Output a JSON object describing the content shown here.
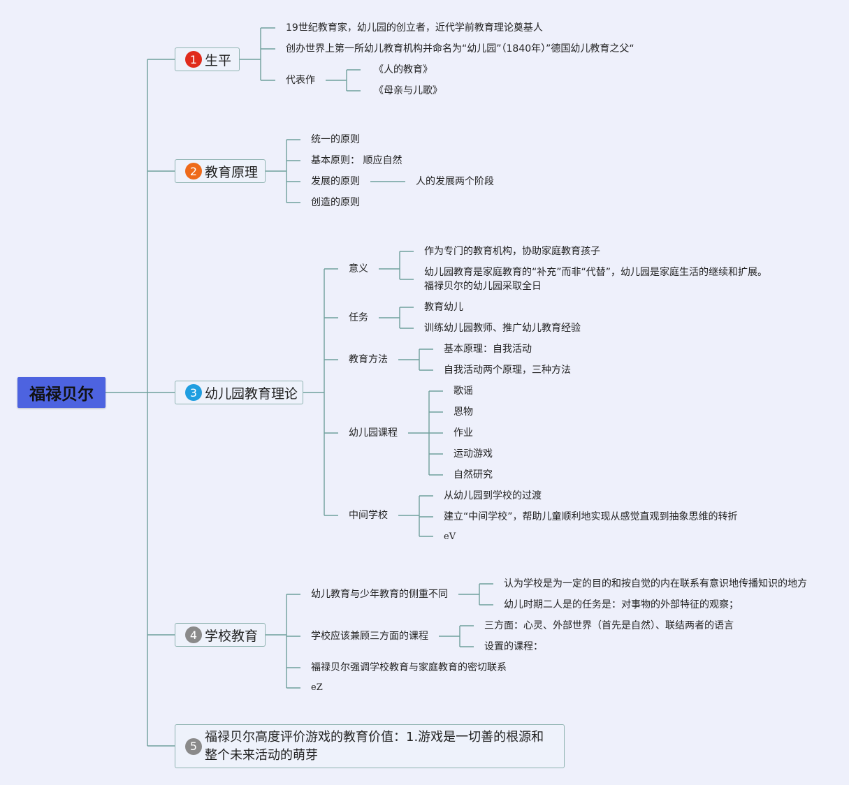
{
  "root": "福禄贝尔",
  "colors": {
    "line": "#6f9f9c",
    "root_bg": "#4d63e0",
    "badge_1": "#e02b1c",
    "badge_2": "#ee6a1a",
    "badge_3": "#1f9ee0",
    "badge_4": "#8a8a8a",
    "badge_5": "#8a8a8a"
  },
  "branches": [
    {
      "badge": "1",
      "label": "生平",
      "children": [
        "19世纪教育家，幼儿园的创立者，近代学前教育理论奠基人",
        "创办世界上第一所幼儿教育机构并命名为“幼儿园”（1840年）”德国幼儿教育之父“",
        {
          "label": "代表作",
          "children": [
            "《人的教育》",
            "《母亲与儿歌》"
          ]
        }
      ]
    },
    {
      "badge": "2",
      "label": "教育原理",
      "children": [
        "统一的原则",
        "基本原则： 顺应自然",
        {
          "label": "发展的原则",
          "children": [
            "人的发展两个阶段"
          ]
        },
        "创造的原则"
      ]
    },
    {
      "badge": "3",
      "label": "幼儿园教育理论",
      "children": [
        {
          "label": "意义",
          "children": [
            "作为专门的教育机构，协助家庭教育孩子",
            "幼儿园教育是家庭教育的“补充”而非“代替”，幼儿园是家庭生活的继续和扩展。",
            "福禄贝尔的幼儿园采取全日"
          ]
        },
        {
          "label": "任务",
          "children": [
            "教育幼儿",
            "训练幼儿园教师、推广幼儿教育经验"
          ]
        },
        {
          "label": "教育方法",
          "children": [
            "基本原理：自我活动",
            "自我活动两个原理，三种方法"
          ]
        },
        {
          "label": "幼儿园课程",
          "children": [
            "歌谣",
            "恩物",
            "作业",
            "运动游戏",
            "自然研究"
          ]
        },
        {
          "label": "中间学校",
          "children": [
            "从幼儿园到学校的过渡",
            "建立“中间学校”，帮助儿童顺利地实现从感觉直观到抽象思维的转折",
            "eV"
          ]
        }
      ]
    },
    {
      "badge": "4",
      "label": "学校教育",
      "children": [
        {
          "label": "幼儿教育与少年教育的侧重不同",
          "children": [
            "认为学校是为一定的目的和按自觉的内在联系有意识地传播知识的地方",
            "幼儿时期二人是的任务是：对事物的外部特征的观察；"
          ]
        },
        {
          "label": "学校应该兼顾三方面的课程",
          "children": [
            "三方面：心灵、外部世界（首先是自然）、联结两者的语言",
            "设置的课程："
          ]
        },
        "福禄贝尔强调学校教育与家庭教育的密切联系",
        "eZ"
      ]
    },
    {
      "badge": "5",
      "label": "福禄贝尔高度评价游戏的教育价值：1.游戏是一切善的根源和整个未来活动的萌芽"
    }
  ]
}
